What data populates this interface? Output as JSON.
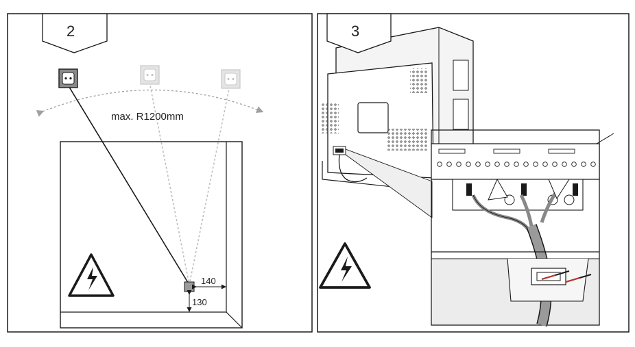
{
  "steps": [
    {
      "number": "2",
      "radius_label": "max. R1200mm",
      "dim_right": "140",
      "dim_bottom": "130",
      "warning_icon": "high-voltage-icon",
      "socket_icon": "power-socket-icon"
    },
    {
      "number": "3",
      "warning_icon": "high-voltage-icon"
    }
  ],
  "colors": {
    "line": "#1a1a1a",
    "ghost": "#bdbdbd",
    "socket_active": "#8a8a8a",
    "socket_ghost": "#d9d9d9",
    "panel_bg": "#ffffff",
    "shade": "#e6e6e6"
  }
}
